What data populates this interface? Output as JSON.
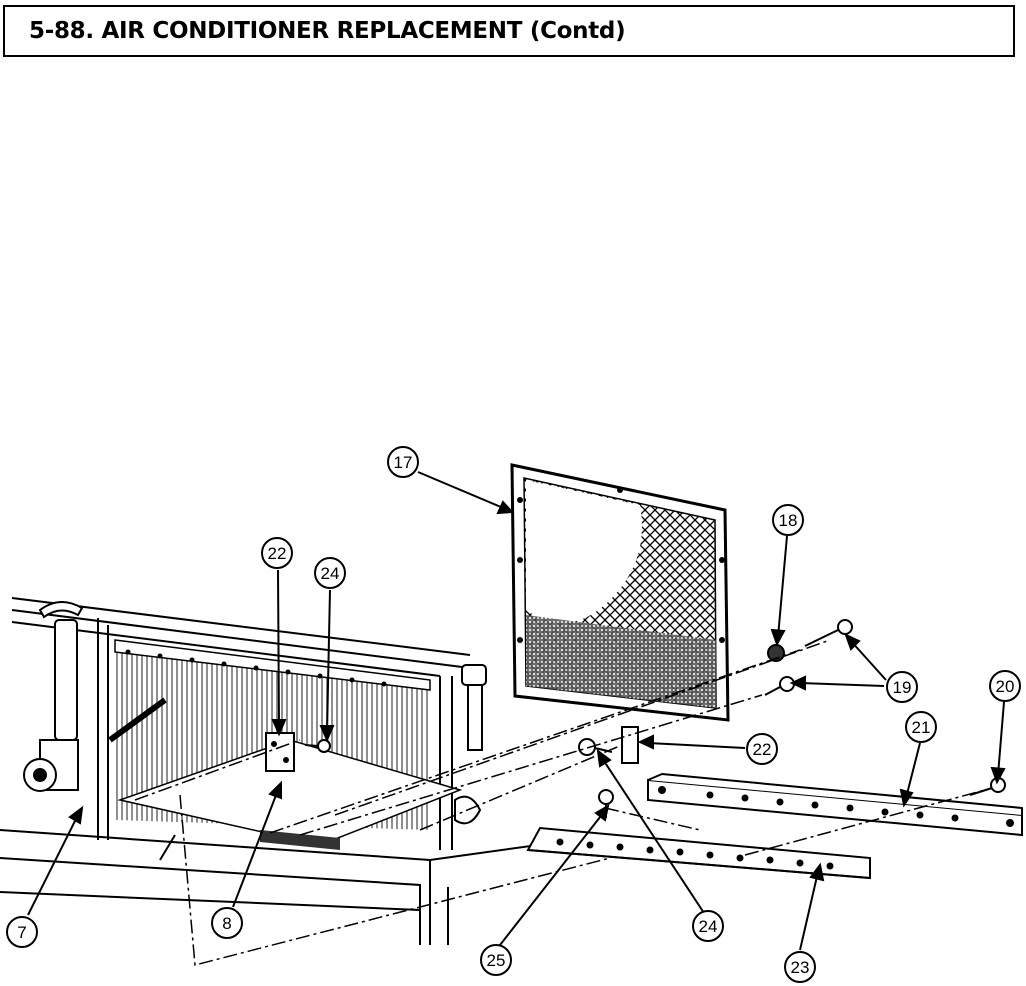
{
  "header": {
    "title": "5-88. AIR CONDITIONER REPLACEMENT (Contd)"
  },
  "figure": {
    "callouts": [
      {
        "id": "c17",
        "number": "17"
      },
      {
        "id": "c18",
        "number": "18"
      },
      {
        "id": "c22a",
        "number": "22"
      },
      {
        "id": "c24a",
        "number": "24"
      },
      {
        "id": "c19",
        "number": "19"
      },
      {
        "id": "c20",
        "number": "20"
      },
      {
        "id": "c21",
        "number": "21"
      },
      {
        "id": "c22b",
        "number": "22"
      },
      {
        "id": "c7",
        "number": "7"
      },
      {
        "id": "c8",
        "number": "8"
      },
      {
        "id": "c24b",
        "number": "24"
      },
      {
        "id": "c25",
        "number": "25"
      },
      {
        "id": "c23",
        "number": "23"
      }
    ]
  }
}
